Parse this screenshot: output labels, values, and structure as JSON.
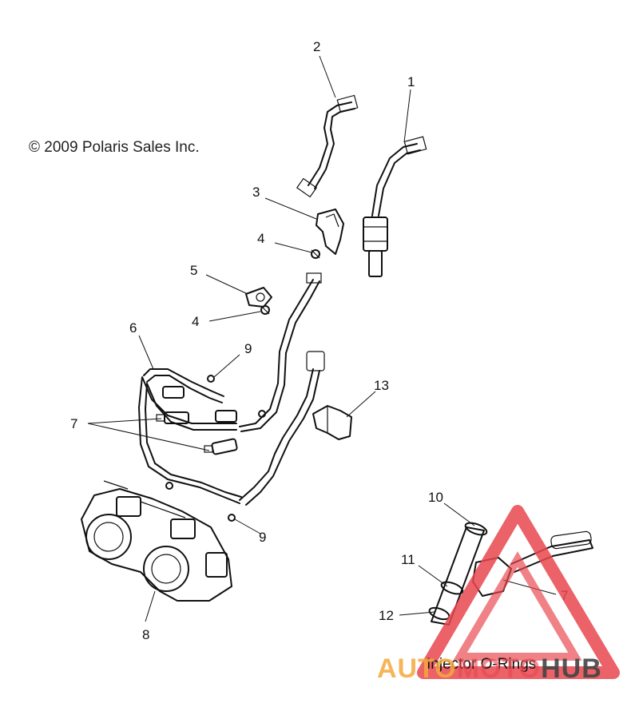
{
  "copyright": "© 2009 Polaris Sales Inc.",
  "caption": "Injector O-Rings",
  "callouts": [
    "1",
    "2",
    "3",
    "4",
    "4",
    "5",
    "6",
    "7",
    "7",
    "8",
    "9",
    "9",
    "10",
    "11",
    "12",
    "13"
  ],
  "watermark": {
    "auto": "AUTO",
    "moto": "MOTO",
    "hub": "HUB",
    "colors": {
      "triangle": "#e8474f",
      "auto": "#f4a93c",
      "moto": "#e8474f",
      "hub": "#444444"
    }
  }
}
